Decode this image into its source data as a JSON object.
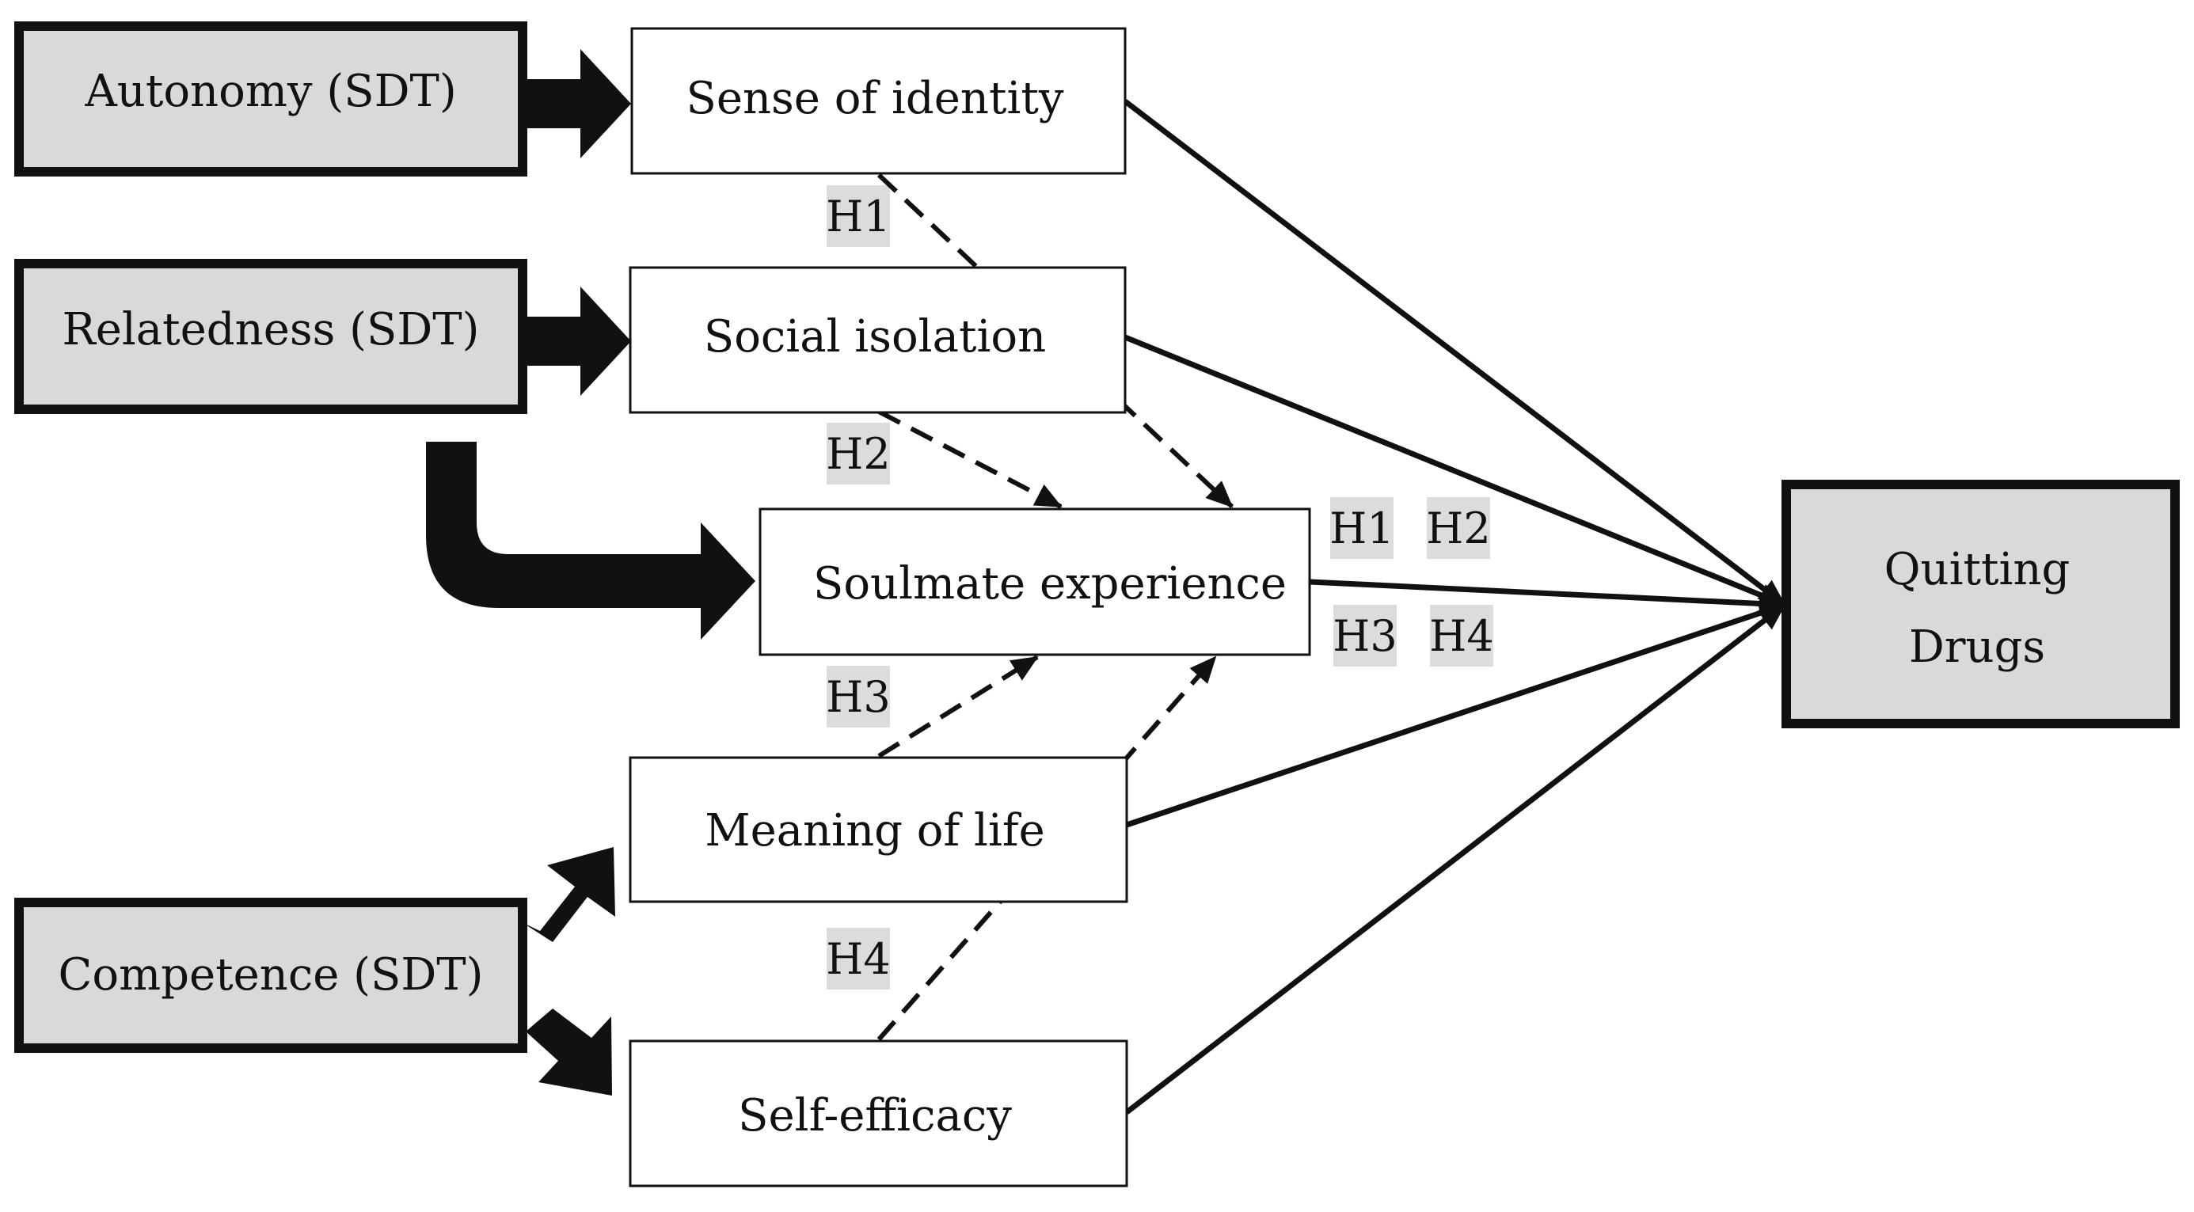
{
  "colors": {
    "ink": "#111111",
    "sdt_fill": "#d9d9d9",
    "construct_fill": "#ffffff",
    "hypothesis_tag_fill": "#dcdcdc"
  },
  "nodes": {
    "autonomy": "Autonomy (SDT)",
    "relatedness": "Relatedness (SDT)",
    "competence": "Competence (SDT)",
    "sense_of_identity": "Sense of identity",
    "social_isolation": "Social isolation",
    "soulmate_experience": "Soulmate experience",
    "meaning_of_life": "Meaning of life",
    "self_efficacy": "Self-efficacy",
    "quitting_drugs": [
      "Quitting",
      "Drugs"
    ]
  },
  "hypotheses": {
    "h1": "H1",
    "h2": "H2",
    "h3": "H3",
    "h4": "H4"
  },
  "edges": {
    "sdt_to_construct": [
      {
        "from": "autonomy",
        "to": "sense_of_identity"
      },
      {
        "from": "relatedness",
        "to": "social_isolation"
      },
      {
        "from": "relatedness",
        "to": "soulmate_experience"
      },
      {
        "from": "competence",
        "to": "meaning_of_life"
      },
      {
        "from": "competence",
        "to": "self_efficacy"
      }
    ],
    "mediated": [
      {
        "from": "sense_of_identity",
        "to": "soulmate_experience",
        "label": "H1"
      },
      {
        "from": "social_isolation",
        "to": "soulmate_experience",
        "label": "H2"
      },
      {
        "from": "meaning_of_life",
        "to": "soulmate_experience",
        "label": "H3"
      },
      {
        "from": "self_efficacy",
        "to": "soulmate_experience",
        "label": "H4"
      }
    ],
    "direct": [
      {
        "from": "sense_of_identity",
        "to": "quitting_drugs"
      },
      {
        "from": "social_isolation",
        "to": "quitting_drugs"
      },
      {
        "from": "soulmate_experience",
        "to": "quitting_drugs"
      },
      {
        "from": "meaning_of_life",
        "to": "quitting_drugs"
      },
      {
        "from": "self_efficacy",
        "to": "quitting_drugs"
      }
    ]
  }
}
